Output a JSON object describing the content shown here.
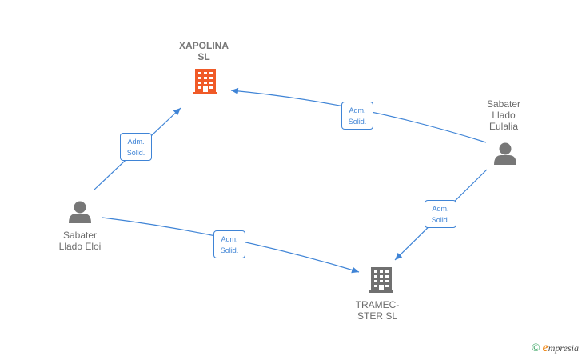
{
  "colors": {
    "edge": "#3f84d6",
    "company_highlight": "#f05a28",
    "company": "#707070",
    "person": "#777777"
  },
  "nodes": {
    "xapolina": {
      "label": "XAPOLINA\nSL",
      "icon": "building-icon"
    },
    "tramecster": {
      "label": "TRAMEC-\nSTER SL",
      "icon": "building-icon"
    },
    "eloi": {
      "label": "Sabater\nLlado Eloi",
      "icon": "person-icon"
    },
    "eulalia": {
      "label": "Sabater\nLlado\nEulalia",
      "icon": "person-icon"
    }
  },
  "edges": [
    {
      "from": "eloi",
      "to": "xapolina",
      "label": "Adm.\nSolid."
    },
    {
      "from": "eulalia",
      "to": "xapolina",
      "label": "Adm.\nSolid."
    },
    {
      "from": "eulalia",
      "to": "tramecster",
      "label": "Adm.\nSolid."
    },
    {
      "from": "eloi",
      "to": "tramecster",
      "label": "Adm.\nSolid."
    }
  ],
  "brand": {
    "copyright": "©",
    "first_letter": "e",
    "rest": "mpresia"
  }
}
